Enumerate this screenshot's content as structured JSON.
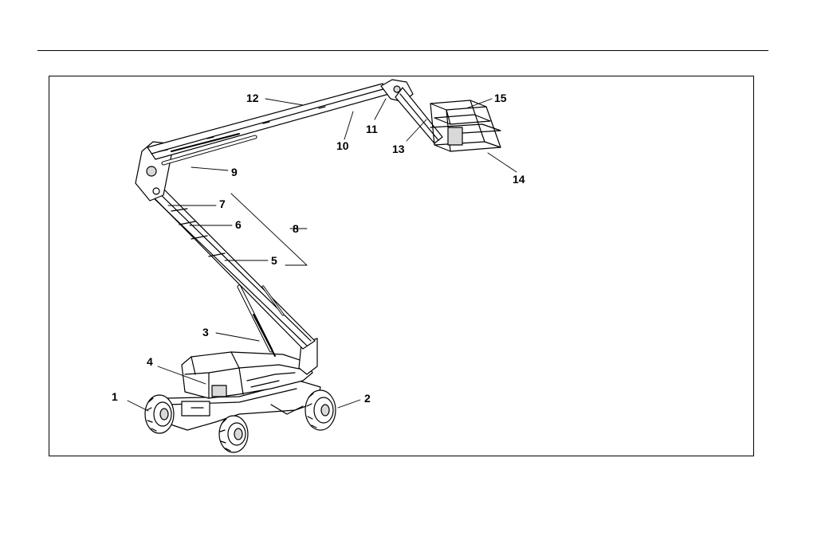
{
  "callouts": {
    "c1": "1",
    "c2": "2",
    "c3": "3",
    "c4": "4",
    "c5": "5",
    "c6": "6",
    "c7": "7",
    "c8": "8",
    "c9": "9",
    "c10": "10",
    "c11": "11",
    "c12": "12",
    "c13": "13",
    "c14": "14",
    "c15": "15"
  },
  "colors": {
    "line": "#000000",
    "fill": "#ffffff",
    "shade": "#d9d9d9"
  }
}
